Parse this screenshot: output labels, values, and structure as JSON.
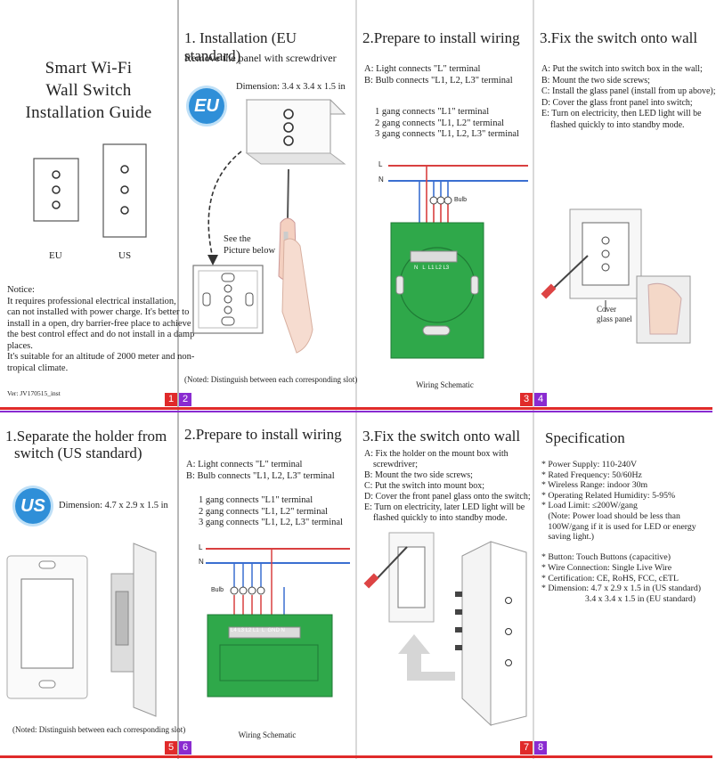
{
  "cover": {
    "title_line1": "Smart  Wi-Fi",
    "title_line2": "Wall  Switch",
    "title_line3": "Installation  Guide",
    "label_eu": "EU",
    "label_us": "US",
    "notice_title": "Notice:",
    "notice_lines": [
      "It requires professional electrical installation,",
      "can not installed with power charge. It's better to",
      "install in a open, dry barrier-free place to achieve",
      "the best control effect and do not install in a damp",
      "places.",
      "It's suitable for an altitude of 2000 meter and non-",
      "tropical climate."
    ],
    "version": "Ver: JV170515_inst",
    "page_num": "1"
  },
  "eu_install": {
    "title": "1. Installation (EU standard)",
    "subtitle": "Remove the panel with screwdriver",
    "badge": "EU",
    "dimension": "Dimension: 3.4 x 3.4 x 1.5 in",
    "see_picture_line1": "See the",
    "see_picture_line2": "Picture below",
    "note": "(Noted: Distinguish between each corresponding slot)",
    "page_num": "2"
  },
  "eu_wiring": {
    "title": "2.Prepare to install wiring",
    "lines_a": [
      "A: Light connects \"L\" terminal",
      "B: Bulb connects \"L1, L2, L3\" terminal"
    ],
    "lines_b": [
      "1 gang connects \"L1\" terminal",
      "2 gang connects \"L1, L2\" terminal",
      "3 gang connects \"L1, L2, L3\" terminal"
    ],
    "label_L": "L",
    "label_N": "N",
    "label_bulb": "Bulb",
    "terminals": "N   L  L1 L2 L3",
    "caption": "Wiring Schematic",
    "page_num": "3"
  },
  "eu_fix": {
    "title": "3.Fix the switch onto wall",
    "lines": [
      "A: Put the switch into switch box in the wall;",
      "B: Mount the two side screws;",
      "C: Install the glass panel (install from up above);",
      "D: Cover the glass front panel into switch;",
      "E: Turn on electricity, then LED light will be",
      "    flashed quickly to into standby mode."
    ],
    "cover_label_line1": "Cover",
    "cover_label_line2": "glass panel",
    "page_num": "4"
  },
  "us_separate": {
    "title_line1": "1.Separate the holder from",
    "title_line2": "switch (US standard)",
    "badge": "US",
    "dimension": "Dimension: 4.7 x 2.9 x 1.5 in",
    "note": "(Noted: Distinguish between each corresponding slot)",
    "page_num": "5"
  },
  "us_wiring": {
    "title": "2.Prepare to install wiring",
    "lines_a": [
      "A: Light connects \"L\" terminal",
      "B: Bulb connects \"L1, L2, L3\" terminal"
    ],
    "lines_b": [
      "1 gang connects \"L1\" terminal",
      "2 gang connects \"L1, L2\" terminal",
      "3 gang connects \"L1, L2, L3\" terminal"
    ],
    "label_L": "L",
    "label_N": "N",
    "label_bulb": "Bulb",
    "terminals": "L4 L3 L2 L1  L  GND N",
    "caption": "Wiring Schematic",
    "page_num": "6"
  },
  "us_fix": {
    "title": "3.Fix the switch onto wall",
    "lines": [
      "A: Fix the holder on the mount box with",
      "    screwdriver;",
      "B: Mount the two side screws;",
      "C: Put the switch into mount box;",
      "D: Cover the front panel glass onto the switch;",
      "E: Turn on electricity, later LED light will be",
      "    flashed quickly to into standby mode."
    ],
    "page_num": "7"
  },
  "spec": {
    "title": "Specification",
    "lines": [
      "* Power Supply: 110-240V",
      "* Rated Frequency: 50/60Hz",
      "* Wireless Range: indoor 30m",
      "* Operating Related Humidity: 5-95%",
      "* Load Limit: ≤200W/gang",
      "   (Note: Power load should be less than",
      "   100W/gang if it is used for LED or energy",
      "   saving light.)",
      "",
      "* Button: Touch Buttons (capacitive)",
      "* Wire Connection: Single Live Wire",
      "* Certification: CE, RoHS, FCC, cETL",
      "* Dimension: 4.7 x 2.9 x 1.5 in (US standard)",
      "                    3.4 x 3.4 x 1.5 in (EU standard)"
    ],
    "page_num": "8"
  },
  "colors": {
    "red_rule": "#e02a2a",
    "purple_rule": "#8a2bd0",
    "board_green": "#2fa84a",
    "badge_blue": "#2f8fd8",
    "wire_red": "#d94040",
    "wire_blue": "#3b6fd1"
  }
}
